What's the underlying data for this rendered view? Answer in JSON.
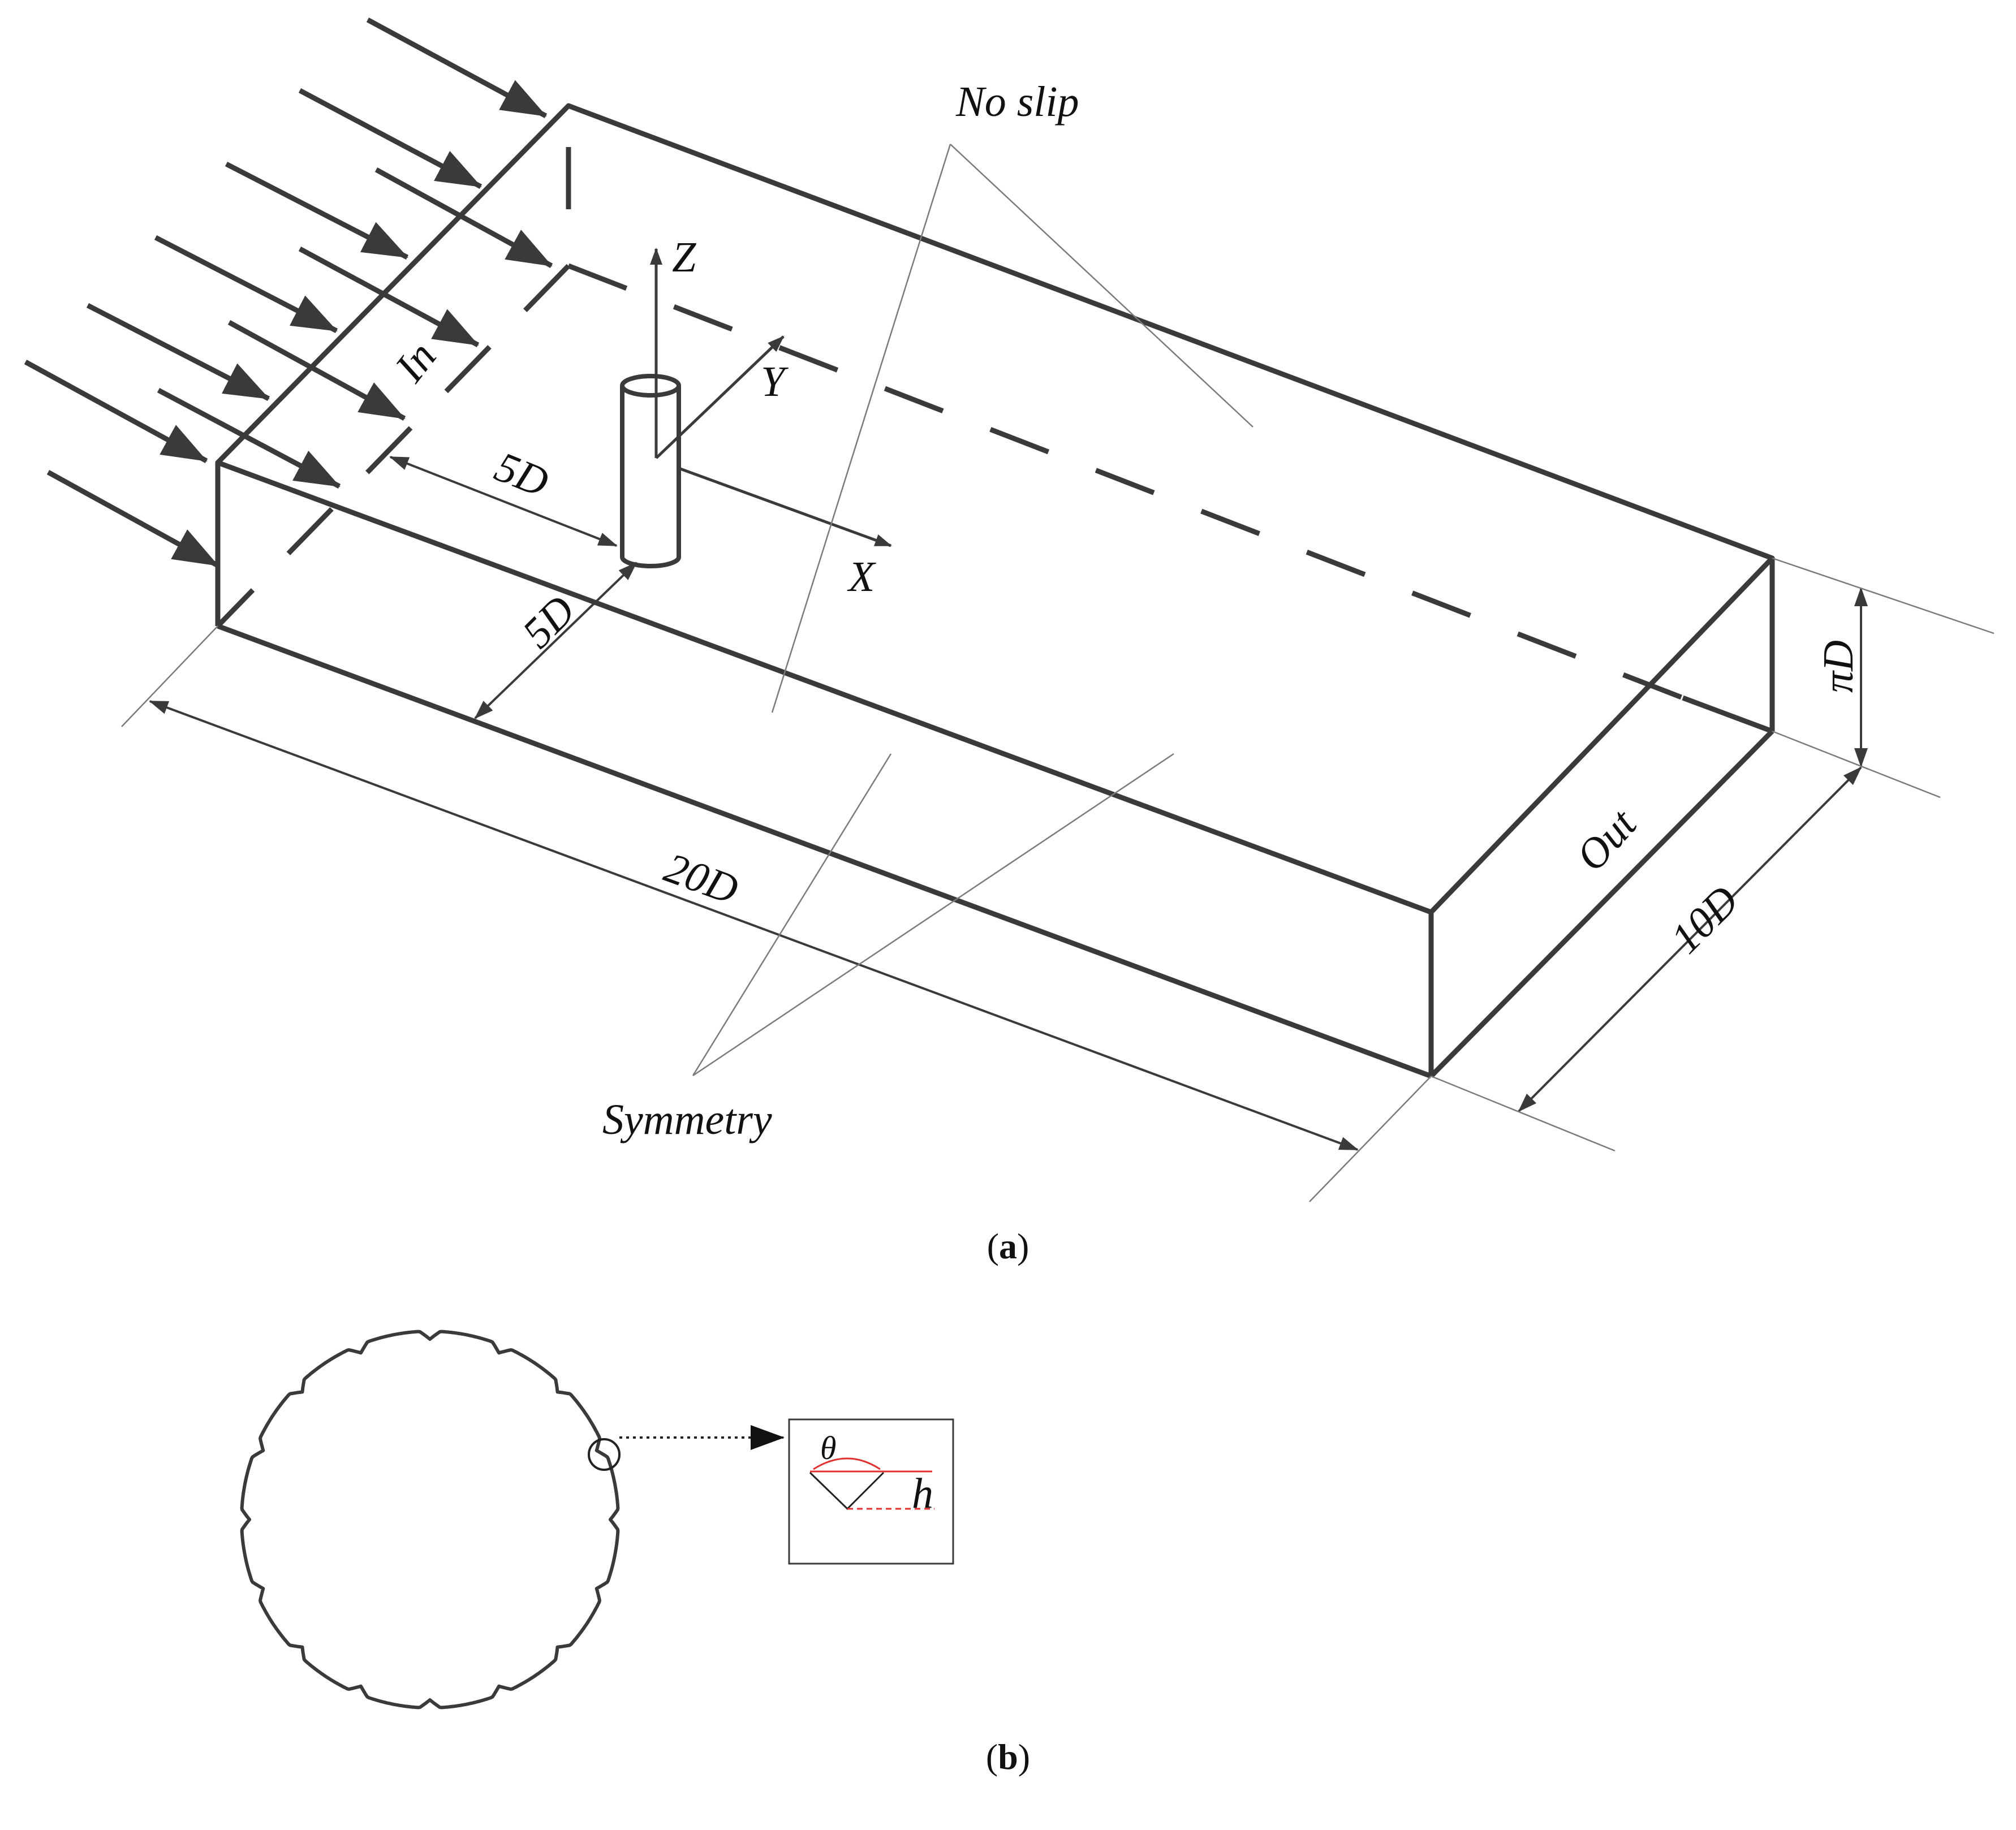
{
  "labels": {
    "no_slip": "No slip",
    "symmetry": "Symmetry",
    "inlet": "In",
    "outlet": "Out",
    "axis_z": "Z",
    "axis_y": "Y",
    "axis_x": "X",
    "dim_5d_upstream": "5D",
    "dim_5d_side": "5D",
    "dim_20d": "20D",
    "dim_10d": "10D",
    "dim_pi_d": "πD",
    "theta": "θ",
    "h": "h"
  },
  "captions": {
    "a_open": "(",
    "a_letter": "a",
    "a_close": ")",
    "b_open": "(",
    "b_letter": "b",
    "b_close": ")"
  },
  "colors": {
    "line": "#3a3a3a",
    "thin": "#6a6a6a",
    "accent": "#e03030"
  },
  "icons": {
    "inflow_arrows": "inflow-arrow-icon",
    "detail_marker": "circle-marker-icon"
  }
}
